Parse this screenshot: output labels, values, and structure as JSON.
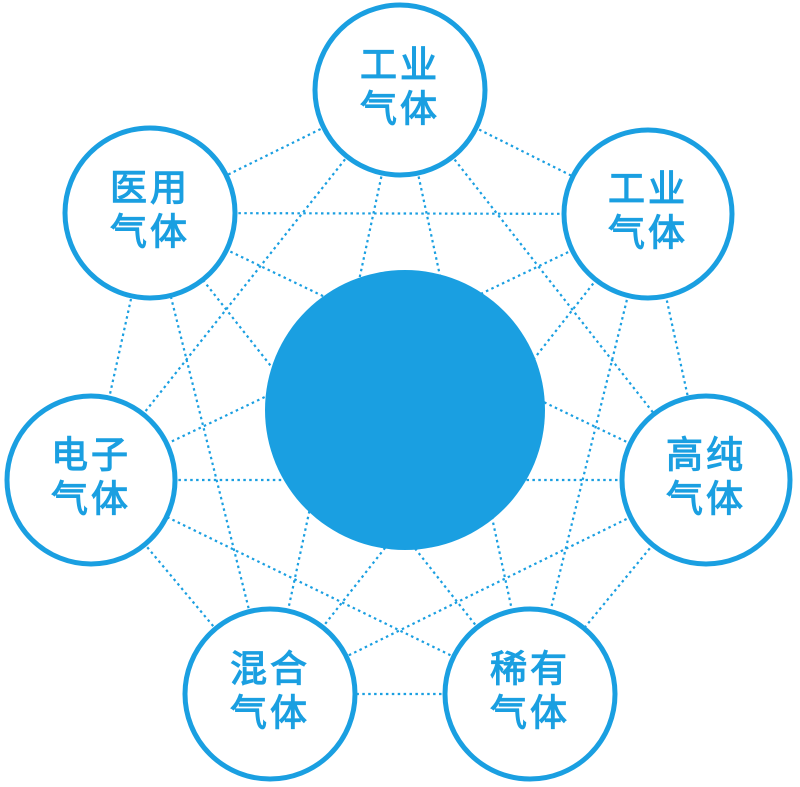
{
  "diagram": {
    "title": "gas-types-network",
    "accent_color": "#1a9fe1",
    "center_node": {
      "label": ""
    },
    "nodes": [
      {
        "id": "top",
        "line1": "工业",
        "line2": "气体"
      },
      {
        "id": "top-right",
        "line1": "工业",
        "line2": "气体"
      },
      {
        "id": "right",
        "line1": "高纯",
        "line2": "气体"
      },
      {
        "id": "bottom-right",
        "line1": "稀有",
        "line2": "气体"
      },
      {
        "id": "bottom-left",
        "line1": "混合",
        "line2": "气体"
      },
      {
        "id": "left",
        "line1": "电子",
        "line2": "气体"
      },
      {
        "id": "top-left",
        "line1": "医用",
        "line2": "气体"
      }
    ]
  }
}
